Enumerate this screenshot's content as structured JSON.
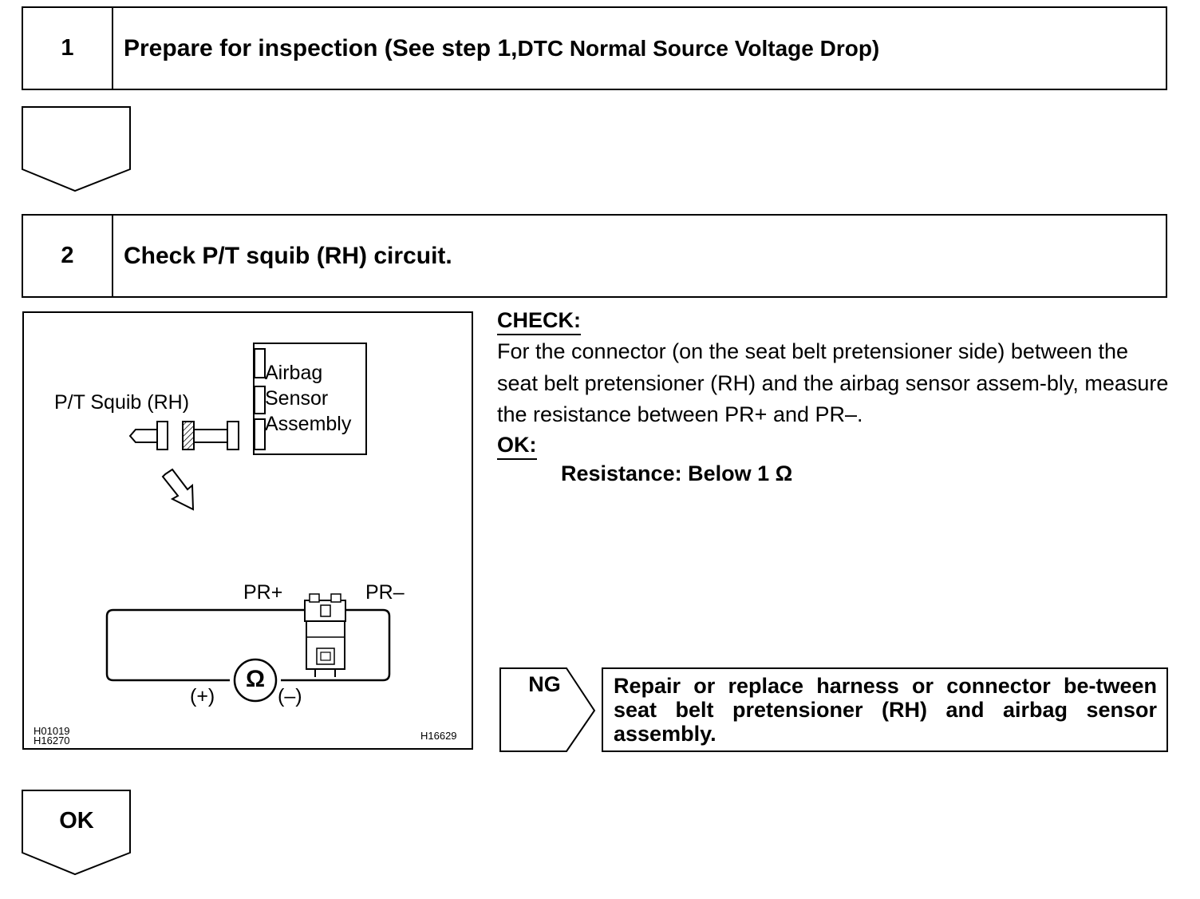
{
  "step1": {
    "number": "1",
    "title_bold": "Prepare for inspection (See step 1,",
    "title_rest": "DTC Normal Source Voltage Drop)"
  },
  "step2": {
    "number": "2",
    "title": "Check P/T squib (RH) circuit."
  },
  "figure": {
    "squib_label": "P/T Squib (RH)",
    "sensor_label_lines": [
      "Airbag",
      "Sensor",
      "Assembly"
    ],
    "pr_plus": "PR+",
    "pr_minus": "PR–",
    "ohm_symbol": "Ω",
    "plus_sign": "(+)",
    "minus_sign": "(–)",
    "code_left_1": "H01019",
    "code_left_2": "H16270",
    "code_right": "H16629"
  },
  "check": {
    "heading": "CHECK:",
    "text": "For the connector (on the seat belt pretensioner side) between the seat belt pretensioner (RH) and the airbag sensor assem-bly, measure the resistance between PR+ and PR–.",
    "ok_heading": "OK:",
    "ok_value": "Resistance: Below 1 Ω"
  },
  "ng": {
    "label": "NG",
    "text": "Repair or replace harness or connector be-tween seat belt pretensioner (RH) and airbag sensor assembly."
  },
  "ok_flow": {
    "label": "OK"
  }
}
